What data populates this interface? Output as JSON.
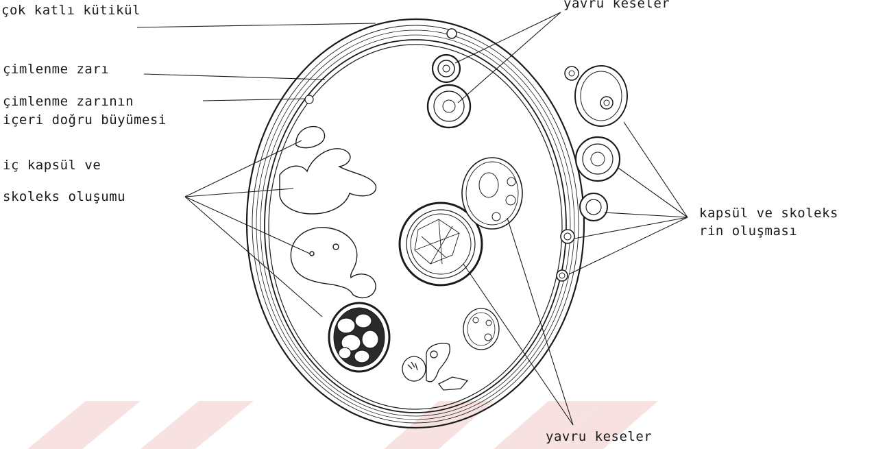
{
  "labels": {
    "multilayer_cuticle": "çok katlı kütikül",
    "germinal_membrane": "çimlenme zarı",
    "germinal_ingrowth_line1": "çimlenme zarının",
    "germinal_ingrowth_line2": "içeri doğru büyümesi",
    "inner_capsule_line1": "iç kapsül ve",
    "inner_capsule_line2": "skoleks oluşumu",
    "daughter_cysts_top": "yavru keseler",
    "capsule_scolex_line1": "kapsül ve skoleks",
    "capsule_scolex_line2": "rin  oluşması",
    "daughter_cysts_bottom": "yavru keseler"
  },
  "colors": {
    "ink": "#1a1a1a",
    "watermark": "#f6d7d7"
  }
}
